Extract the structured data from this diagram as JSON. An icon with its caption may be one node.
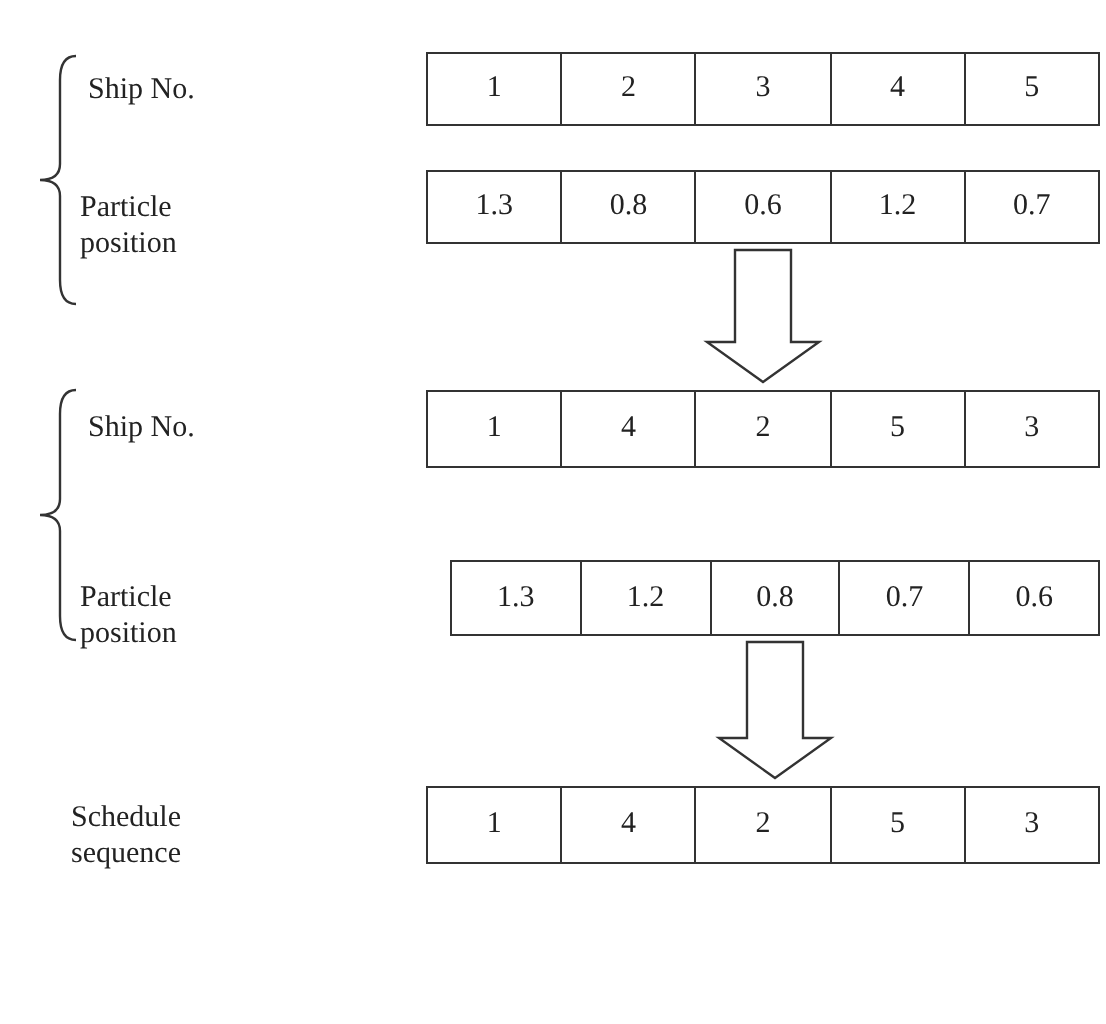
{
  "diagram": {
    "nodes": [
      {
        "text": [],
        "shape": "bar"
      },
      {
        "text": [
          "1"
        ],
        "in": 0
      },
      {
        "text": [
          "2"
        ],
        "in": 0
      },
      {
        "text": [
          "3"
        ],
        "in": 0
      },
      {
        "text": [
          "4"
        ],
        "in": 0
      },
      {
        "text": [
          "5"
        ],
        "in": 0
      },
      {
        "text": [],
        "shape": "bar"
      },
      {
        "text": [
          "1.3"
        ],
        "in": 6
      },
      {
        "text": [
          "0.8"
        ],
        "in": 6
      },
      {
        "text": [
          "0.6"
        ],
        "in": 6
      },
      {
        "text": [
          "1.2"
        ],
        "in": 6
      },
      {
        "text": [
          "0.7"
        ],
        "in": 6
      },
      {
        "text": [],
        "shape": "bar"
      },
      {
        "text": [
          "1"
        ],
        "in": 12
      },
      {
        "text": [
          "4"
        ],
        "in": 12
      },
      {
        "text": [
          "2"
        ],
        "in": 12
      },
      {
        "text": [
          "5"
        ],
        "in": 12
      },
      {
        "text": [
          "3"
        ],
        "in": 12
      },
      {
        "text": [],
        "shape": "bar"
      },
      {
        "text": [
          "1.3"
        ],
        "in": 18
      },
      {
        "text": [
          "1.2"
        ],
        "in": 18
      },
      {
        "text": [
          "0.8"
        ],
        "in": 18
      },
      {
        "text": [
          "0.7"
        ],
        "in": 18
      },
      {
        "text": [
          "0.6"
        ],
        "in": 18
      },
      {
        "text": [],
        "shape": "bar"
      },
      {
        "text": [
          "1"
        ],
        "in": 24
      },
      {
        "text": [
          "4"
        ],
        "in": 24
      },
      {
        "text": [
          "2"
        ],
        "in": 24
      },
      {
        "text": [
          "5"
        ],
        "in": 24
      },
      {
        "text": [
          "3"
        ],
        "in": 24
      }
    ],
    "edges": [
      {
        "from": 6,
        "to": 12,
        "arrow": "to"
      },
      {
        "from": 18,
        "to": 24,
        "arrow": "to"
      }
    ],
    "labels": [
      "Ship No.",
      "Particle position",
      "Ship No.",
      "Particle position",
      "Schedule sequence"
    ]
  }
}
